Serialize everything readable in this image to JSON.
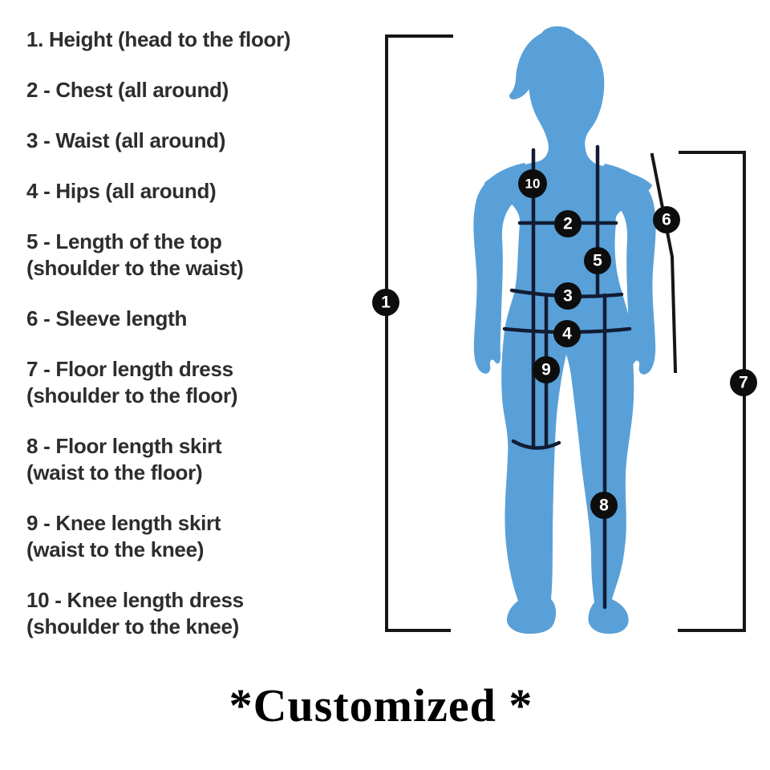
{
  "measurements": {
    "items": [
      {
        "label": "1. Height (head to the floor)",
        "sub": ""
      },
      {
        "label": "2 - Chest (all around)",
        "sub": ""
      },
      {
        "label": "3 - Waist (all around)",
        "sub": ""
      },
      {
        "label": "4 - Hips (all around)",
        "sub": ""
      },
      {
        "label": "5 - Length of the top",
        "sub": "(shoulder to the waist)"
      },
      {
        "label": "6 - Sleeve length",
        "sub": ""
      },
      {
        "label": "7 - Floor length dress",
        "sub": "(shoulder to the floor)"
      },
      {
        "label": "8 - Floor length skirt",
        "sub": "(waist to the floor)"
      },
      {
        "label": "9 - Knee length skirt",
        "sub": "(waist to the knee)"
      },
      {
        "label": "10 - Knee length dress",
        "sub": "(shoulder to the knee)"
      }
    ]
  },
  "figure": {
    "body_color": "#59A0D8",
    "line_color": "#121c33",
    "bracket_color": "#161616",
    "badge_color": "#0d0d0d",
    "badges": [
      {
        "label": "1"
      },
      {
        "label": "2"
      },
      {
        "label": "3"
      },
      {
        "label": "4"
      },
      {
        "label": "5"
      },
      {
        "label": "6"
      },
      {
        "label": "7"
      },
      {
        "label": "8"
      },
      {
        "label": "9"
      },
      {
        "label": "10"
      }
    ]
  },
  "footer": {
    "text": "*Customized *"
  }
}
